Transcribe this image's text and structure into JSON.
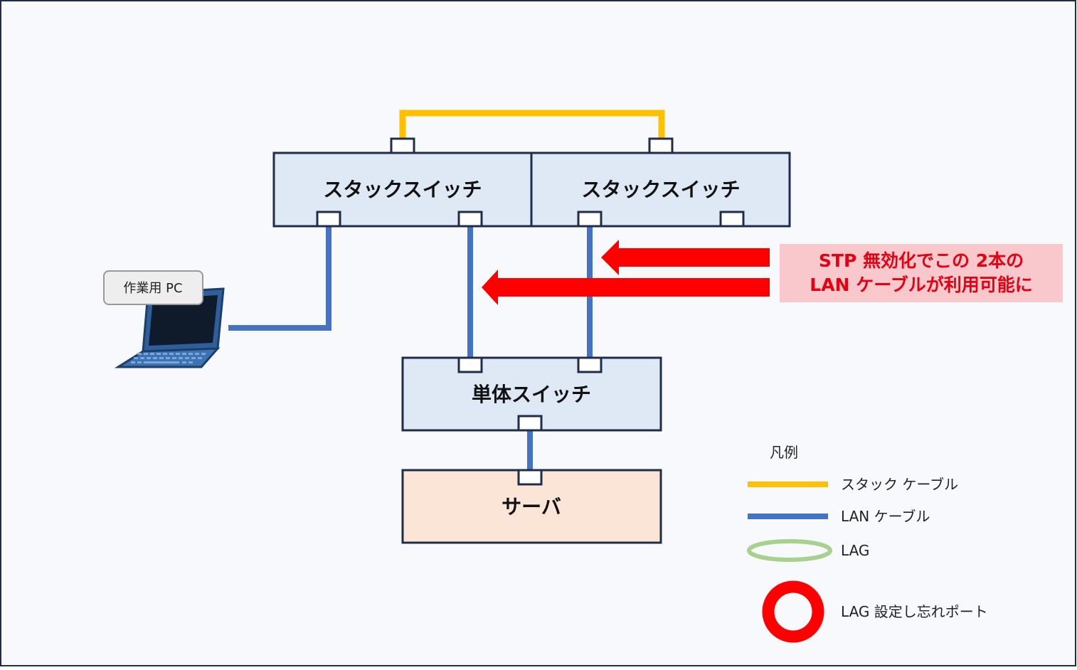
{
  "switches": {
    "stack_left": "スタックスイッチ",
    "stack_right": "スタックスイッチ",
    "single": "単体スイッチ",
    "server": "サーバ"
  },
  "pc": {
    "label": "作業用 PC"
  },
  "callout": {
    "line1": "STP 無効化でこの 2本の",
    "line2": "LAN ケーブルが利用可能に"
  },
  "legend": {
    "title": "凡例",
    "stack_cable": "スタック ケーブル",
    "lan_cable": "LAN ケーブル",
    "lag": "LAG",
    "lag_forgotten": "LAG 設定し忘れポート"
  },
  "colors": {
    "stack_cable": "#ffc000",
    "lan_cable": "#4472c4",
    "lag": "#a9d18e",
    "lag_forgotten": "#ff0000",
    "arrow": "#ff0000",
    "switch_fill": "#dfe9f5",
    "server_fill": "#fbe5d6",
    "callout_fill": "#f8c8cc",
    "background": "#f7f9fc",
    "border": "#1f2d4a"
  }
}
